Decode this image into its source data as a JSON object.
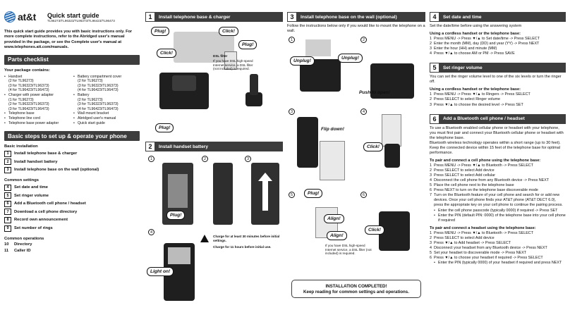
{
  "header": {
    "brand": "at&t",
    "title": "Quick start guide",
    "models": "TL96273/TL96323/TL96373/TL96423/TL96473",
    "intro": "This quick start guide provides you with basic instructions only. For more complete instructions, refer to the Abridged user's manual provided in the package, or see the Complete user's manual at www.telephones.att.com/manuals."
  },
  "parts": {
    "heading": "Parts checklist",
    "subheading": "Your package contains:",
    "left": [
      {
        "name": "Handset",
        "subs": [
          "(2 for TL96273)",
          "(3 for TL96323/TL96373)",
          "(4 for TL96423/TL96473)"
        ]
      },
      {
        "name": "Charger with power adapter",
        "subs": [
          "(1 for TL96273)",
          "(2 for TL96323/TL96373)",
          "(3 for TL96423/TL96473)"
        ]
      },
      {
        "name": "Telephone base",
        "subs": []
      },
      {
        "name": "Telephone line cord",
        "subs": []
      },
      {
        "name": "Telephone base power adapter",
        "subs": []
      }
    ],
    "right": [
      {
        "name": "Battery compartment cover",
        "subs": [
          "(2 for TL96273)",
          "(3 for TL96323/TL96373)",
          "(4 for TL96423/TL96473)"
        ]
      },
      {
        "name": "Battery",
        "subs": [
          "(2 for TL96273)",
          "(3 for TL96323/TL96373)",
          "(4 for TL96423/TL96473)"
        ]
      },
      {
        "name": "Wall mount bracket",
        "subs": []
      },
      {
        "name": "Abridged user's manual",
        "subs": []
      },
      {
        "name": "Quick start guide",
        "subs": []
      }
    ]
  },
  "setup": {
    "heading": "Basic steps to set up & operate your phone",
    "basic_label": "Basic installation",
    "basic": [
      {
        "num": "1",
        "text": "Install telephone base & charger"
      },
      {
        "num": "2",
        "text": "Install handset battery"
      },
      {
        "num": "3",
        "text": "Install telephone base on the wall (optional)"
      }
    ],
    "common_label": "Common settings",
    "common": [
      {
        "num": "4",
        "text": "Set date and time"
      },
      {
        "num": "5",
        "text": "Set ringer volume"
      },
      {
        "num": "6",
        "text": "Add a Bluetooth cell phone / headset"
      },
      {
        "num": "7",
        "text": "Download a cell phone directory"
      },
      {
        "num": "8",
        "text": "Record own announcement"
      },
      {
        "num": "9",
        "text": "Set number of rings"
      }
    ],
    "ops_label": "Common operations",
    "ops": [
      {
        "num": "10",
        "text": "Directory"
      },
      {
        "num": "11",
        "text": "Caller ID"
      }
    ]
  },
  "s1": {
    "num": "1",
    "title": "Install telephone base & charger",
    "plug1": "Plug!",
    "click1": "Click!",
    "plug2": "Plug!",
    "click2": "Click!",
    "plug3": "Plug!",
    "dsl_title": "DSL filter",
    "dsl_note": "If you have DSL high-speed Internet service, a DSL filter (not included) is required."
  },
  "s2": {
    "num": "2",
    "title": "Install handset battery",
    "plug": "Plug!",
    "light": "Light on!",
    "charge1": "Charge for at least 30 minutes before initial settings.",
    "charge2": "Charge for 11 hours before initial use."
  },
  "s3": {
    "num": "3",
    "title": "Install telephone base on the wall (optional)",
    "desc": "Follow the instructions below only if you would like to mount the telephone on a wall.",
    "unplug1": "Unplug!",
    "unplug2": "Unplug!",
    "push": "Push to open!",
    "flip": "Flip down!",
    "click1": "Click!",
    "plug": "Plug!",
    "align1": "Align!",
    "align2": "Align!",
    "click2": "Click!",
    "dsl_note": "If you have DSL high-speed Internet service, a DSL filter (not included) is required.",
    "complete1": "INSTALLATION COMPLETED!",
    "complete2": "Keep reading for common settings and operations."
  },
  "s4": {
    "num": "4",
    "title": "Set date and time",
    "desc": "Set the date/time before using the answering system",
    "using": "Using a cordless handset or the telephone base:",
    "steps": [
      "Press MENU -> Press ▼/▲ to Set date/time -> Press SELECT",
      "Enter the month (MM), day (DD) and year (YY) -> Press NEXT",
      "Enter the hour (HH) and minute (MM)",
      "Press ▼/▲ to choose AM or PM -> Press SAVE"
    ]
  },
  "s5": {
    "num": "5",
    "title": "Set ringer volume",
    "desc": "You can set the ringer volume level to one of the six levels or turn the ringer off.",
    "using": "Using a cordless handset or the telephone base:",
    "steps": [
      "Press MENU -> Press ▼/▲ to Ringers -> Press SELECT",
      "Press SELECT to select Ringer volume",
      "Press ▼/▲ to choose the desired level -> Press SET"
    ]
  },
  "s6": {
    "num": "6",
    "title": "Add a Bluetooth cell phone / headset",
    "desc1": "To use a Bluetooth enabled cellular phone or headset with your telephone, you must first pair and connect your Bluetooth cellular phone or headset with the telephone base.",
    "desc2": "Bluetooth wireless technology operates within a short range (up to 30 feet). Keep the connected device within 15 feet of the telephone base for optimal performance.",
    "cell_label": "To pair and connect a cell phone using the telephone base:",
    "cell_steps": [
      {
        "n": "1",
        "t": "Press MENU -> Press ▼/▲ to Bluetooth -> Press SELECT"
      },
      {
        "n": "2",
        "t": "Press SELECT to select Add device"
      },
      {
        "n": "3",
        "t": "Press SELECT to select Add cellular"
      },
      {
        "n": "4",
        "t": "Disconnect the cell phone from any Bluetooth device -> Press NEXT"
      },
      {
        "n": "5",
        "t": "Place the cell phone next to the telephone base"
      },
      {
        "n": "6",
        "t": "Press NEXT to turn on the telephone base discoverable mode"
      },
      {
        "n": "7",
        "t": "Turn on the Bluetooth feature of your cell phone and search for or add new devices. Once your cell phone finds your AT&T phone (AT&T DECT 6.0), press the appropriate key on your cell phone to continue the pairing process."
      },
      {
        "n": "•",
        "t": "Enter the cell phone passcode (typically 0000) if required -> Press SET",
        "ind": true
      },
      {
        "n": "•",
        "t": "Enter the PIN (default PIN: 0000) of the telephone base into your cell phone if required",
        "ind": true
      }
    ],
    "head_label": "To pair and connect a headset using the telephone base:",
    "head_steps": [
      {
        "n": "1",
        "t": "Press MENU -> Press ▼/▲ to Bluetooth -> Press SELECT"
      },
      {
        "n": "2",
        "t": "Press SELECT to select Add device"
      },
      {
        "n": "3",
        "t": "Press ▼/▲ to Add headset -> Press SELECT"
      },
      {
        "n": "4",
        "t": "Disconnect your headset from any Bluetooth device -> Press NEXT"
      },
      {
        "n": "5",
        "t": "Set your headset to discoverable mode -> Press NEXT"
      },
      {
        "n": "6",
        "t": "Press ▼/▲ to choose your headset if required -> Press SELECT"
      },
      {
        "n": "•",
        "t": "Enter the PIN (typically 0000) of your headset if required and press NEXT",
        "ind": true
      }
    ]
  }
}
